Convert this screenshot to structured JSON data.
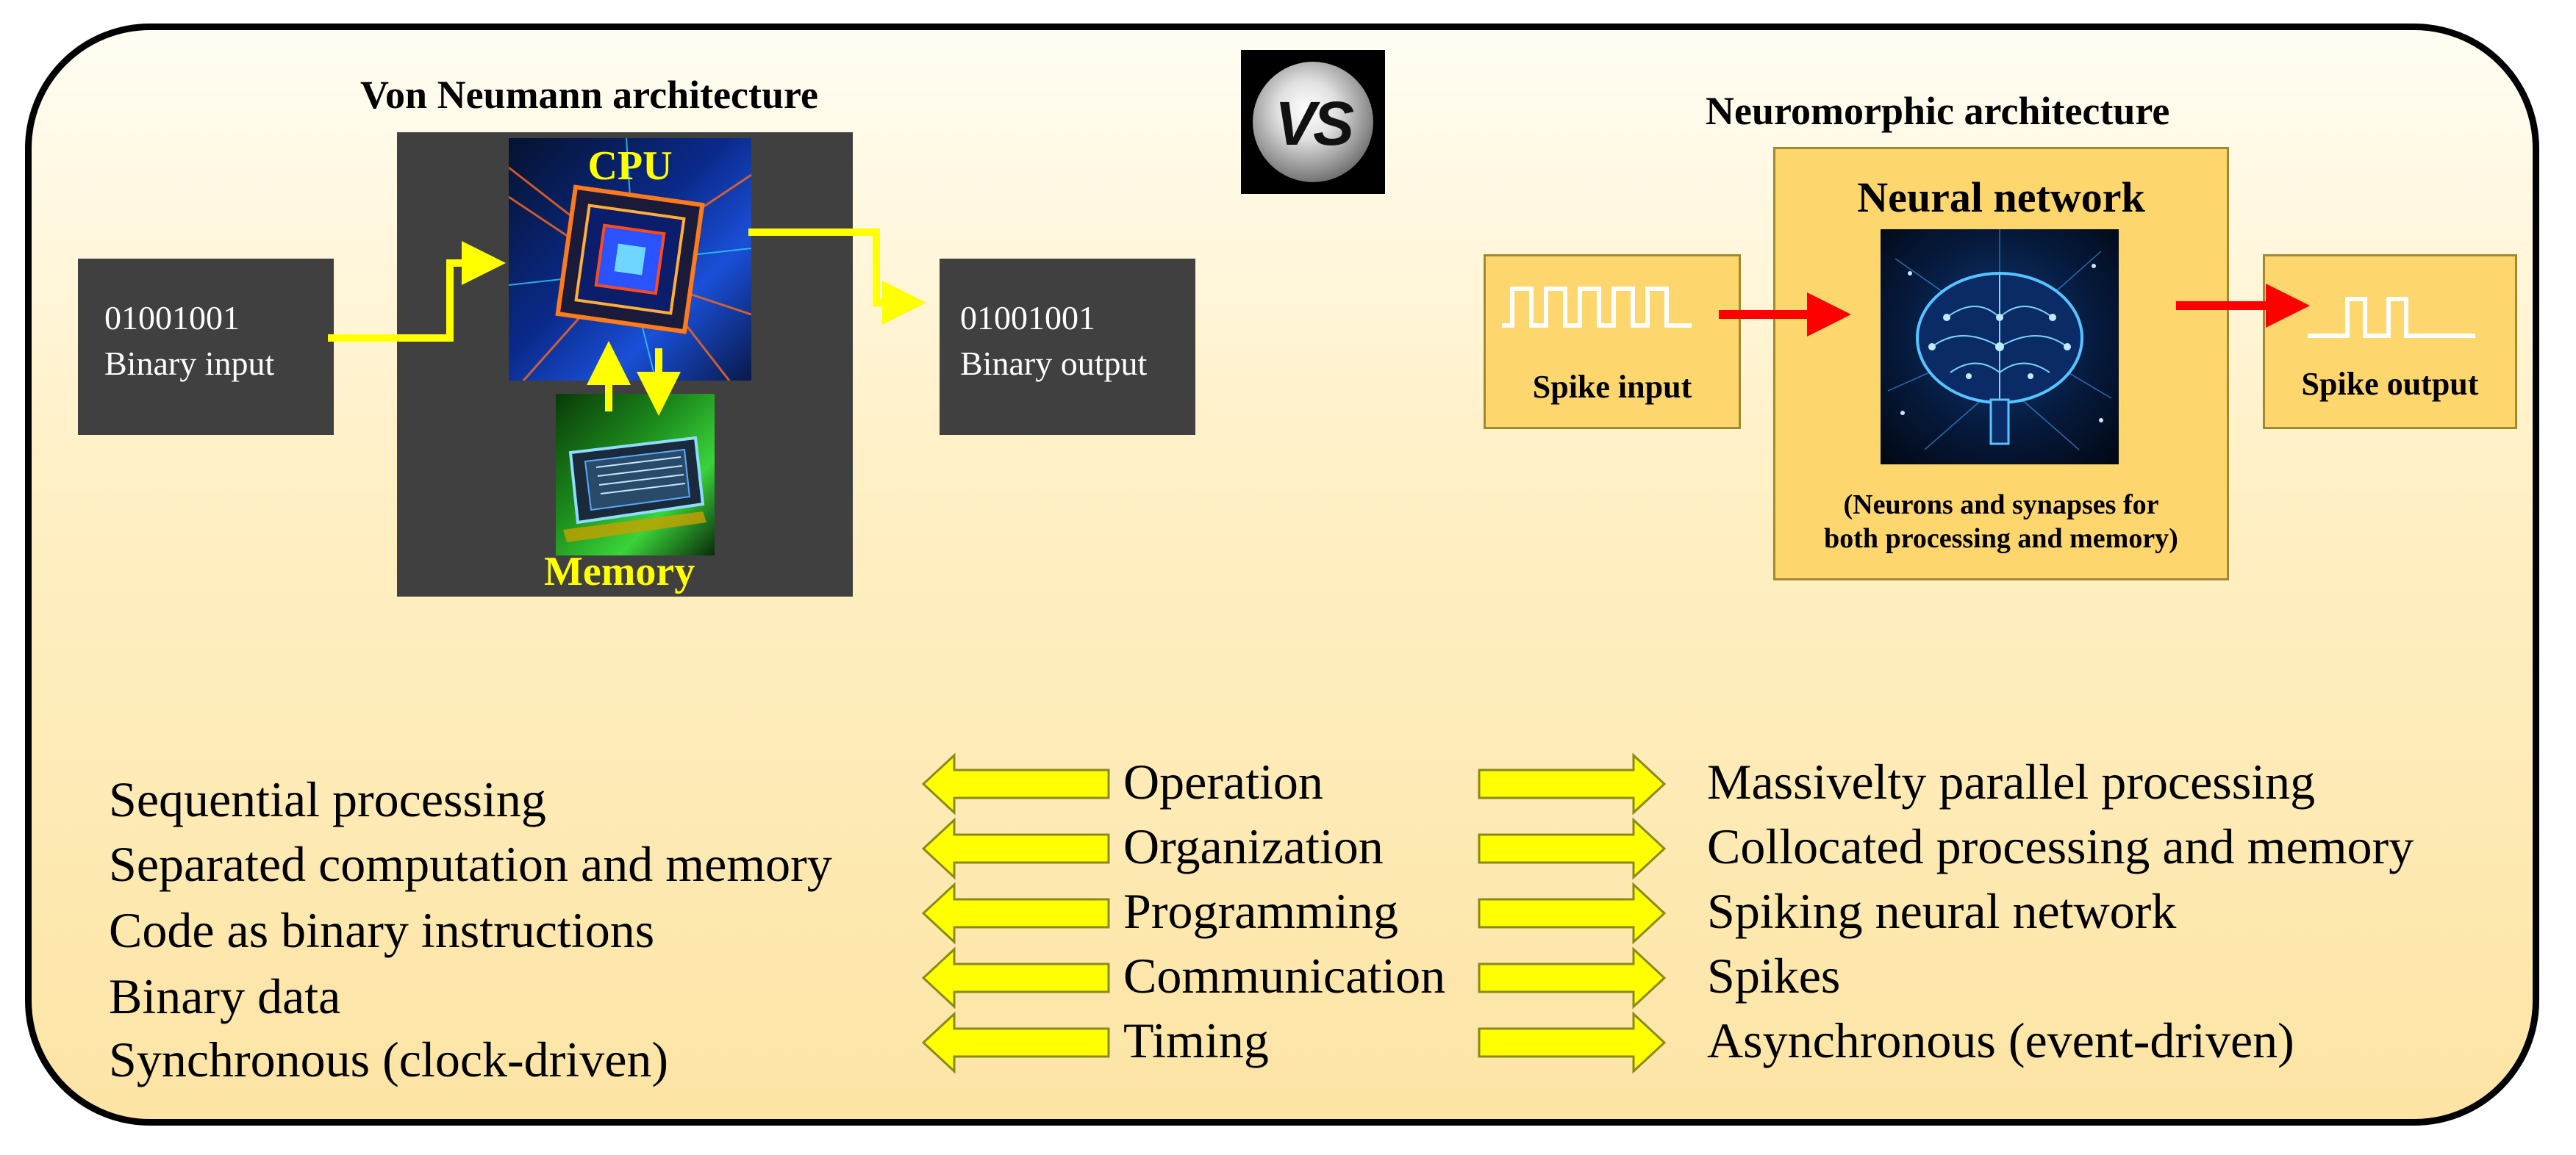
{
  "vs_badge": "VS",
  "von_neumann": {
    "title": "Von Neumann architecture",
    "input_code": "01001001",
    "input_label": "Binary input",
    "cpu_label": "CPU",
    "memory_label": "Memory",
    "output_code": "01001001",
    "output_label": "Binary output"
  },
  "neuromorphic": {
    "title": "Neuromorphic architecture",
    "network_title": "Neural network",
    "network_note_line1": "(Neurons and synapses for",
    "network_note_line2": "both processing and memory)",
    "spike_input_label": "Spike input",
    "spike_output_label": "Spike output"
  },
  "comparison": [
    {
      "left": "Sequential processing",
      "aspect": "Operation",
      "right": "Massivelty parallel processing"
    },
    {
      "left": "Separated computation and memory",
      "aspect": "Organization",
      "right": "Collocated processing and memory"
    },
    {
      "left": "Code as binary instructions",
      "aspect": "Programming",
      "right": "Spiking neural network"
    },
    {
      "left": "Binary data",
      "aspect": "Communication",
      "right": "Spikes"
    },
    {
      "left": "Synchronous (clock-driven)",
      "aspect": "Timing",
      "right": "Asynchronous (event-driven)"
    }
  ],
  "colors": {
    "arrow_yellow": "#ffff00",
    "arrow_red": "#ff0000",
    "dark_box": "#404040",
    "neuro_box": "#fdd66e"
  }
}
